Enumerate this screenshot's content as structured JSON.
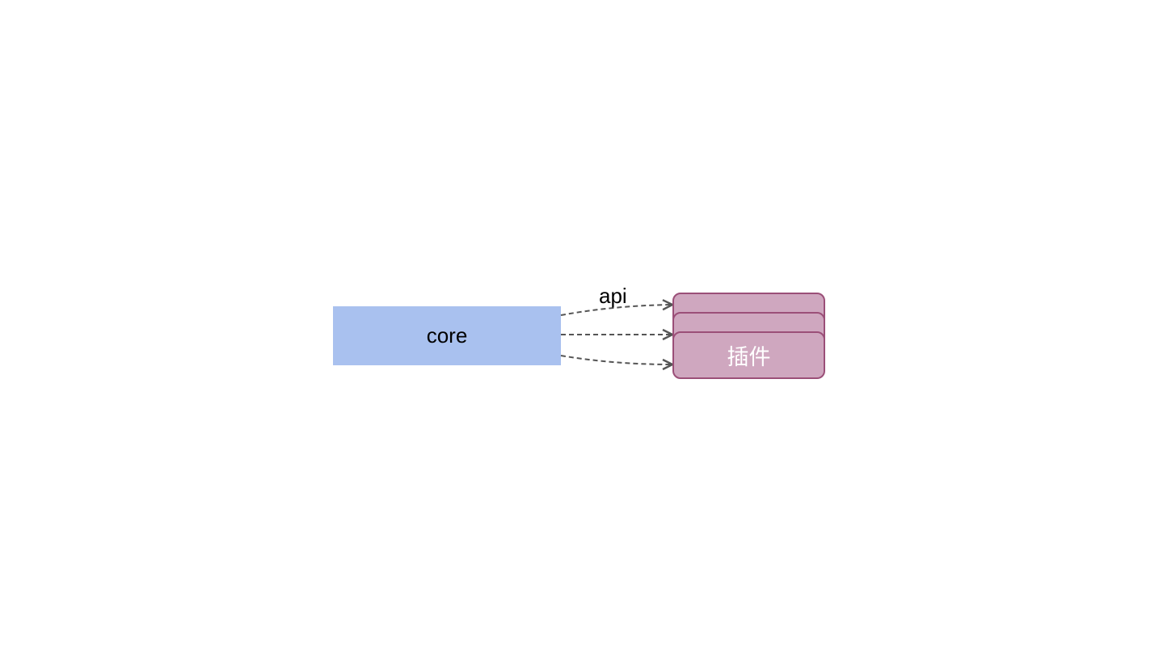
{
  "diagram": {
    "core": {
      "label": "core",
      "color": "#a9c1ef"
    },
    "edge_label": "api",
    "plugin": {
      "label": "插件",
      "fill": "#cfa7bf",
      "border": "#9b4f78",
      "stack_count": 3
    },
    "edges": [
      {
        "from": "core",
        "to": "plugin-1",
        "style": "dashed"
      },
      {
        "from": "core",
        "to": "plugin-2",
        "style": "dashed"
      },
      {
        "from": "core",
        "to": "plugin-3",
        "style": "dashed"
      }
    ]
  }
}
